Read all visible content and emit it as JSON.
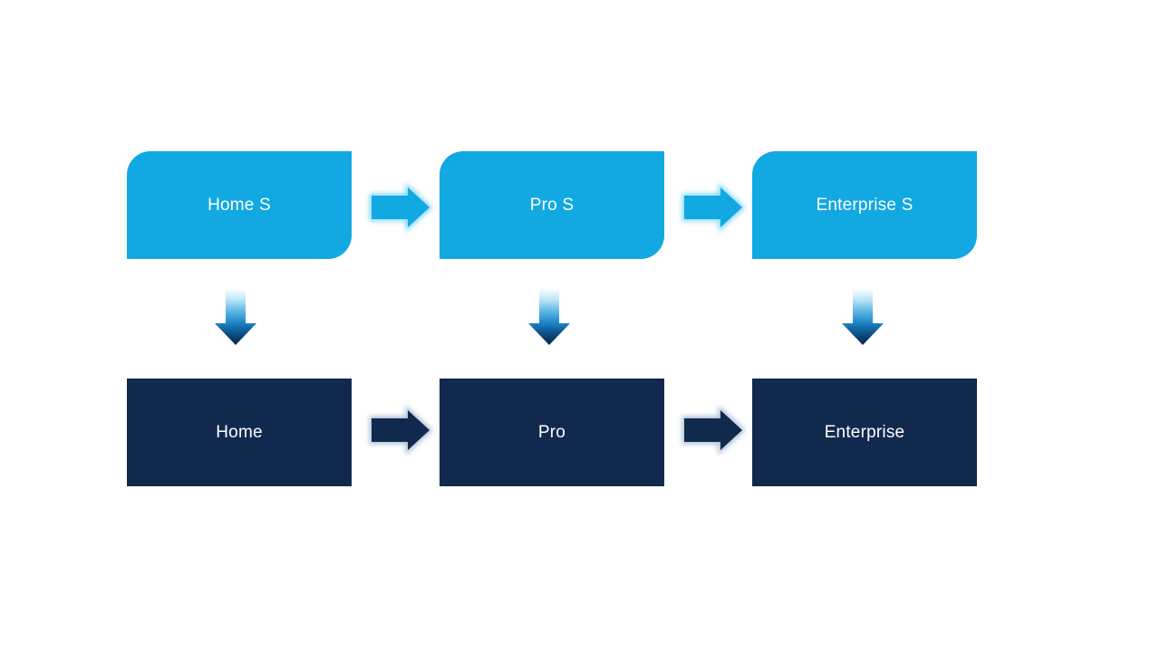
{
  "diagram": {
    "description": "Edition switch flow diagram with S-mode editions mapping to full editions",
    "top_row": [
      {
        "label": "Home S"
      },
      {
        "label": "Pro S"
      },
      {
        "label": "Enterprise S"
      }
    ],
    "bottom_row": [
      {
        "label": "Home"
      },
      {
        "label": "Pro"
      },
      {
        "label": "Enterprise"
      }
    ],
    "icons": {
      "right_arrow": "right-arrow-icon",
      "down_arrow": "down-arrow-icon"
    },
    "colors": {
      "cyan": "#12a8e2",
      "navy": "#12294e",
      "cyan_glow": "#8fdcf8",
      "navy_glow": "#afc2d8",
      "down_gradient": [
        "#fefefe",
        "#bfe7f9",
        "#56b2e2",
        "#1b84c4",
        "#0e4e86",
        "#0b2343"
      ]
    }
  }
}
